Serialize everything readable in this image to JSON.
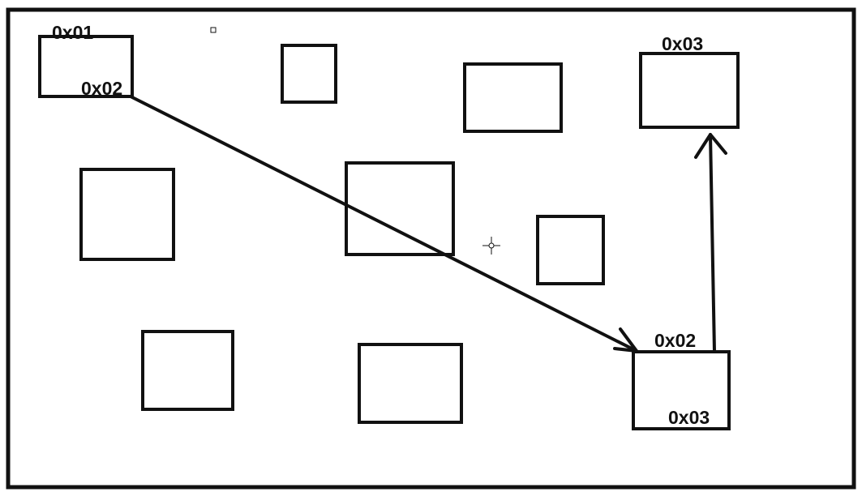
{
  "diagram": {
    "colors": {
      "ink": "#111111",
      "background": "#ffffff"
    },
    "boxes": [
      {
        "id": "box-source"
      },
      {
        "id": "box-top-small"
      },
      {
        "id": "box-top-middle"
      },
      {
        "id": "box-destination"
      },
      {
        "id": "box-left-middle"
      },
      {
        "id": "box-center"
      },
      {
        "id": "box-right-small"
      },
      {
        "id": "box-bottom-left"
      },
      {
        "id": "box-bottom-center"
      },
      {
        "id": "box-relay"
      }
    ],
    "labels": {
      "source_top": "0x01",
      "source_bottom": "0x02",
      "destination_top": "0x03",
      "relay_top": "0x02",
      "relay_bottom": "0x03"
    },
    "arrows": [
      {
        "from": "box-source",
        "to": "box-relay"
      },
      {
        "from": "box-relay",
        "to": "box-destination"
      }
    ],
    "icons": {
      "cursor": "crosshair-cursor-icon",
      "marker": "small-square-marker-icon"
    }
  }
}
